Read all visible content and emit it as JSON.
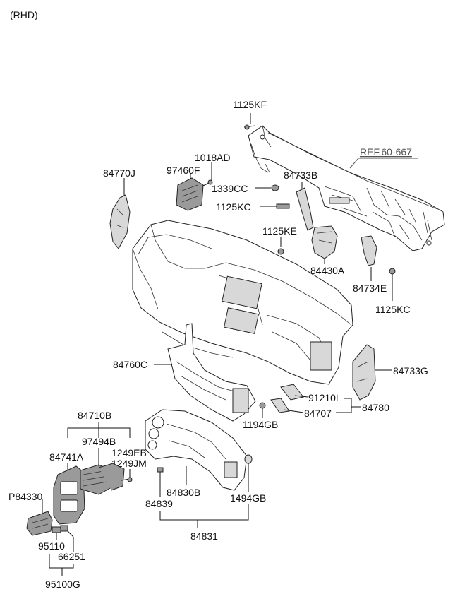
{
  "variant_note": "(RHD)",
  "reference": "REF.60-667",
  "labels": {
    "p1125KF": "1125KF",
    "p1018AD": "1018AD",
    "p84770J": "84770J",
    "p97460F": "97460F",
    "p84733B": "84733B",
    "p1339CC": "1339CC",
    "p1125KC_top": "1125KC",
    "p1125KE": "1125KE",
    "p84430A": "84430A",
    "p84734E": "84734E",
    "p1125KC_bottom": "1125KC",
    "p84760C": "84760C",
    "p84733G": "84733G",
    "p91210L": "91210L",
    "p84780": "84780",
    "p84707": "84707",
    "p1194GB": "1194GB",
    "p84710B": "84710B",
    "p97494B": "97494B",
    "p84741A": "84741A",
    "p1249EB": "1249EB",
    "p1249JM": "1249JM",
    "pP84330": "P84330",
    "p84830B": "84830B",
    "p84839": "84839",
    "p1494GB": "1494GB",
    "p95110": "95110",
    "p66251": "66251",
    "p84831": "84831",
    "p95100G": "95100G"
  }
}
